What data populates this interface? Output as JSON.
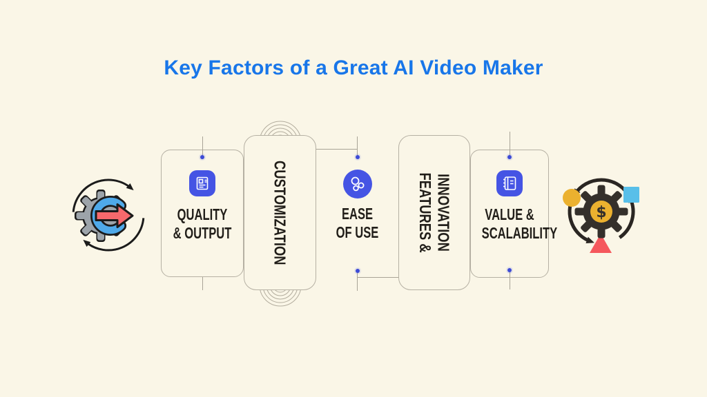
{
  "title": {
    "text": "Key Factors of a Great AI Video Maker"
  },
  "factors": [
    {
      "label": "QUALITY\n& OUTPUT",
      "icon": "report-icon"
    },
    {
      "label": "CUSTOMIZATION"
    },
    {
      "label": "EASE\nOF USE",
      "icon": "bubbles-icon"
    },
    {
      "label": "FEATURES &\nINNOVATION"
    },
    {
      "label": "VALUE &\nSCALABILITY",
      "icon": "notebook-icon"
    }
  ],
  "illustrations": {
    "left": {
      "name": "gear-process-cycle"
    },
    "right": {
      "name": "money-gear-cycle",
      "currency": "$"
    }
  },
  "colors": {
    "background": "#FAF6E7",
    "title_blue": "#1876E9",
    "accent_indigo": "#4554E4",
    "dot_indigo": "#3D4BD6",
    "text": "#211E19",
    "border_gray": "#B5B0A3",
    "gear_gray": "#9DA4AA",
    "cycle_blue": "#4FA9E9",
    "arrow_red": "#F6696C",
    "gold": "#EBB12F",
    "sky_blue": "#58BFE9",
    "triangle_red": "#F5585D"
  }
}
